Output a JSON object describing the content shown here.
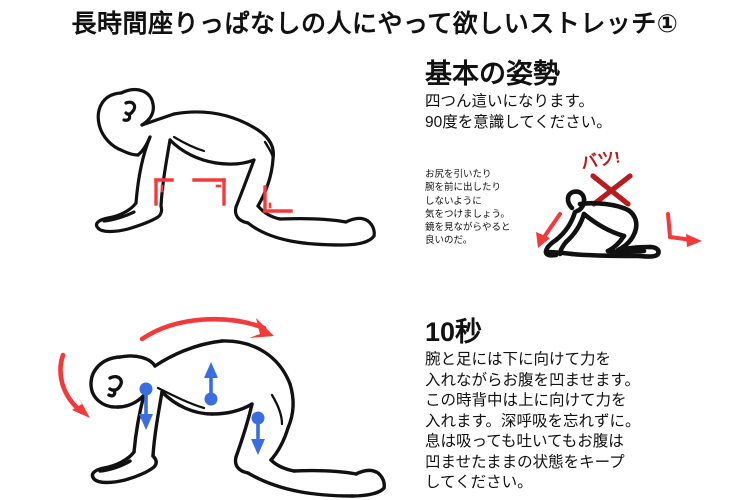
{
  "title": "長時間座りっぱなしの人にやって欲しいストレッチ①",
  "colors": {
    "ink": "#111111",
    "bright_red": "#f5383a",
    "dark_red": "#b81d1d",
    "blue": "#3a6ee0",
    "background": "#ffffff"
  },
  "sections": {
    "basic": {
      "heading": "基本の姿勢",
      "body": [
        "四つん這いになります。",
        "90度を意識してください。"
      ],
      "note": [
        "お尻を引いたり",
        "腕を前に出したり",
        "しないように",
        "気をつけましょう。",
        "鏡を見ながらやると",
        "良いのだ。"
      ],
      "figure_caption": "quadruped-correct-posture",
      "angle_markers": [
        "90-degree-arm",
        "90-degree-hip-front",
        "90-degree-knee"
      ]
    },
    "bad_example": {
      "annotation": "バツ!",
      "mark": "X",
      "figure_caption": "quadruped-incorrect-posture",
      "arrows": [
        "arrow-down-left",
        "arrow-down-right"
      ]
    },
    "hold": {
      "heading": "10秒",
      "body": [
        "腕と足には下に向けて力を",
        "入れながらお腹を凹ませます。",
        "この時背中は上に向けて力を",
        "入れます。深呼吸を忘れずに。",
        "息は吸っても吐いてもお腹は",
        "凹ませたままの状態をキープ",
        "してください。"
      ],
      "figure_caption": "cat-pose-rounded-back",
      "arrows": {
        "red": [
          "arc-over-back-rightward",
          "curve-head-downward"
        ],
        "blue": [
          "arm-press-down",
          "abdomen-lift-up",
          "thigh-press-down"
        ]
      }
    }
  }
}
